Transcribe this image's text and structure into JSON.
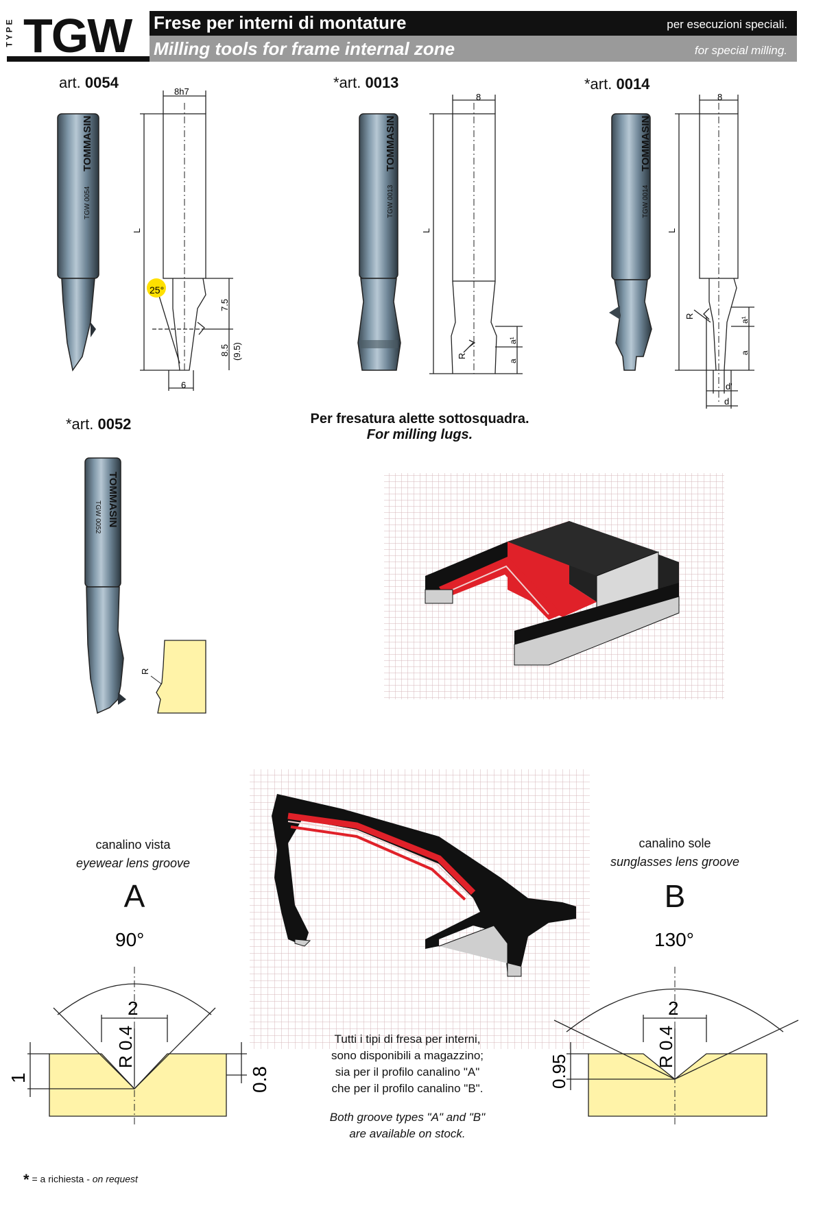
{
  "header": {
    "type_label": "TYPE",
    "code": "TGW",
    "title_it": "Frese per interni di montature",
    "title_en": "Milling tools for frame internal zone",
    "sub_it": "per esecuzioni speciali.",
    "sub_en": "for special milling."
  },
  "articles": [
    {
      "prefix": "art. ",
      "number": "0054",
      "tool_text": "TGW 0054"
    },
    {
      "prefix": "*art. ",
      "number": "0013",
      "tool_text": "TGW 0013"
    },
    {
      "prefix": "*art. ",
      "number": "0014",
      "tool_text": "TGW 0014"
    },
    {
      "prefix": "*art. ",
      "number": "0052",
      "tool_text": "TGW 0052"
    }
  ],
  "brand": "TOMMASIN",
  "dims": {
    "d0054_width": "8h7",
    "d0054_L": "L",
    "d0054_angle": "25°",
    "d0054_h1": "7.5",
    "d0054_h2": "8.5",
    "d0054_h3": "(9.5)",
    "d0054_bottom": "6",
    "d0013_width": "8",
    "d0013_L": "L",
    "d0013_R": "R",
    "d0013_a1": "a¹",
    "d0013_a": "a",
    "d0014_width": "8",
    "d0014_L": "L",
    "d0014_R": "R",
    "d0014_a1": "a¹",
    "d0014_a": "a",
    "d0014_d1": "d'",
    "d0014_d": "d",
    "d0052_R": "R"
  },
  "lugs_caption": {
    "it": "Per fresatura alette sottosquadra.",
    "en": "For milling lugs."
  },
  "groove_a": {
    "it": "canalino vista",
    "en": "eyewear lens groove",
    "letter": "A",
    "angle": "90°",
    "width": "2",
    "radius": "R 0.4",
    "left_h": "1",
    "right_h": "0.8"
  },
  "groove_b": {
    "it": "canalino sole",
    "en": "sunglasses lens groove",
    "letter": "B",
    "angle": "130°",
    "width": "2",
    "radius": "R 0.4",
    "left_h": "0.95"
  },
  "stock_note": {
    "it_lines": [
      "Tutti i tipi di fresa per interni,",
      "sono disponibili  a magazzino;",
      "sia per il profilo canalino \"A\"",
      "che per il profilo canalino \"B\"."
    ],
    "en_lines": [
      "Both groove types \"A\" and \"B\"",
      "are available on stock."
    ]
  },
  "footnote": {
    "star": "*",
    "it": " = a richiesta - ",
    "en": "on request"
  },
  "colors": {
    "header_black": "#111111",
    "header_grey": "#9a9a9a",
    "profile_yellow": "#fff3a8",
    "frame_red": "#e0202a",
    "grid_pink": "#d9b8bc"
  }
}
